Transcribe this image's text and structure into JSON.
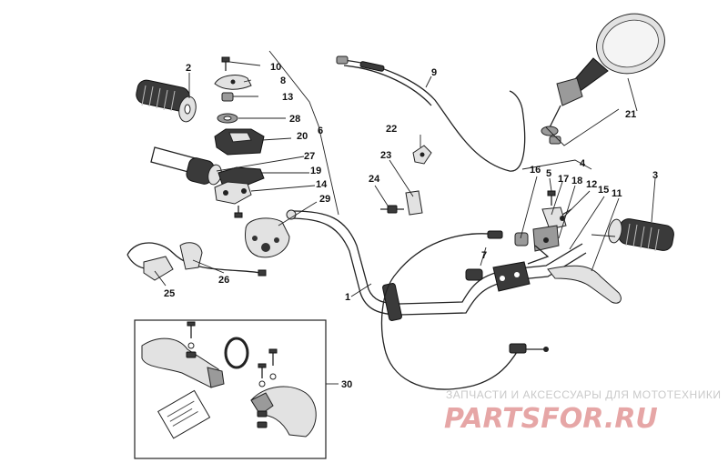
{
  "labels": {
    "l1": "1",
    "l2": "2",
    "l3": "3",
    "l4": "4",
    "l5": "5",
    "l6": "6",
    "l7": "7",
    "l8": "8",
    "l9": "9",
    "l10": "10",
    "l11": "11",
    "l12": "12",
    "l13": "13",
    "l14": "14",
    "l15": "15",
    "l16": "16",
    "l17": "17",
    "l18": "18",
    "l19": "19",
    "l20": "20",
    "l21": "21",
    "l22": "22",
    "l23": "23",
    "l24": "24",
    "l25": "25",
    "l26": "26",
    "l27": "27",
    "l28": "28",
    "l29": "29",
    "l30": "30"
  },
  "watermark": {
    "tagline": "ЗАПЧАСТИ И АКСЕССУАРЫ ДЛЯ МОТОТЕХНИКИ",
    "logo": "PARTSFOR.RU"
  }
}
